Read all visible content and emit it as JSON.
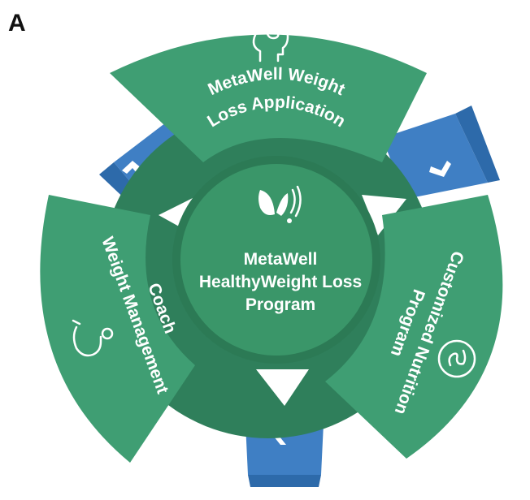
{
  "panel_label": "A",
  "colors": {
    "green_outer": "#3f9e73",
    "green_ring": "#2f7f5b",
    "green_center": "#3a9669",
    "green_center_edge": "#2c7a55",
    "blue_connector": "#3f7fc4",
    "blue_connector_dark": "#2d6aaa",
    "text": "#ffffff"
  },
  "center": {
    "logo_icon": "butterfly-logo-icon",
    "lines": [
      "MetaWell",
      "HealthyWeight Loss",
      "Program"
    ]
  },
  "segments": [
    {
      "id": "application",
      "icon": "head-brain-icon",
      "lines": [
        "MetaWell Weight",
        "Loss Application"
      ]
    },
    {
      "id": "nutrition",
      "icon": "stomach-icon",
      "lines": [
        "Customized Nutrition",
        "Program"
      ]
    },
    {
      "id": "coach",
      "icon": "stethoscope-icon",
      "lines": [
        "Weight Management",
        "Coach"
      ]
    }
  ],
  "connectors": [
    {
      "id": "top-left",
      "icon": "chevron-up-right-icon",
      "glyph": "‹"
    },
    {
      "id": "top-right",
      "icon": "chevron-down-right-icon",
      "glyph": "›"
    },
    {
      "id": "bottom",
      "icon": "chevron-left-icon",
      "glyph": "‹"
    }
  ]
}
